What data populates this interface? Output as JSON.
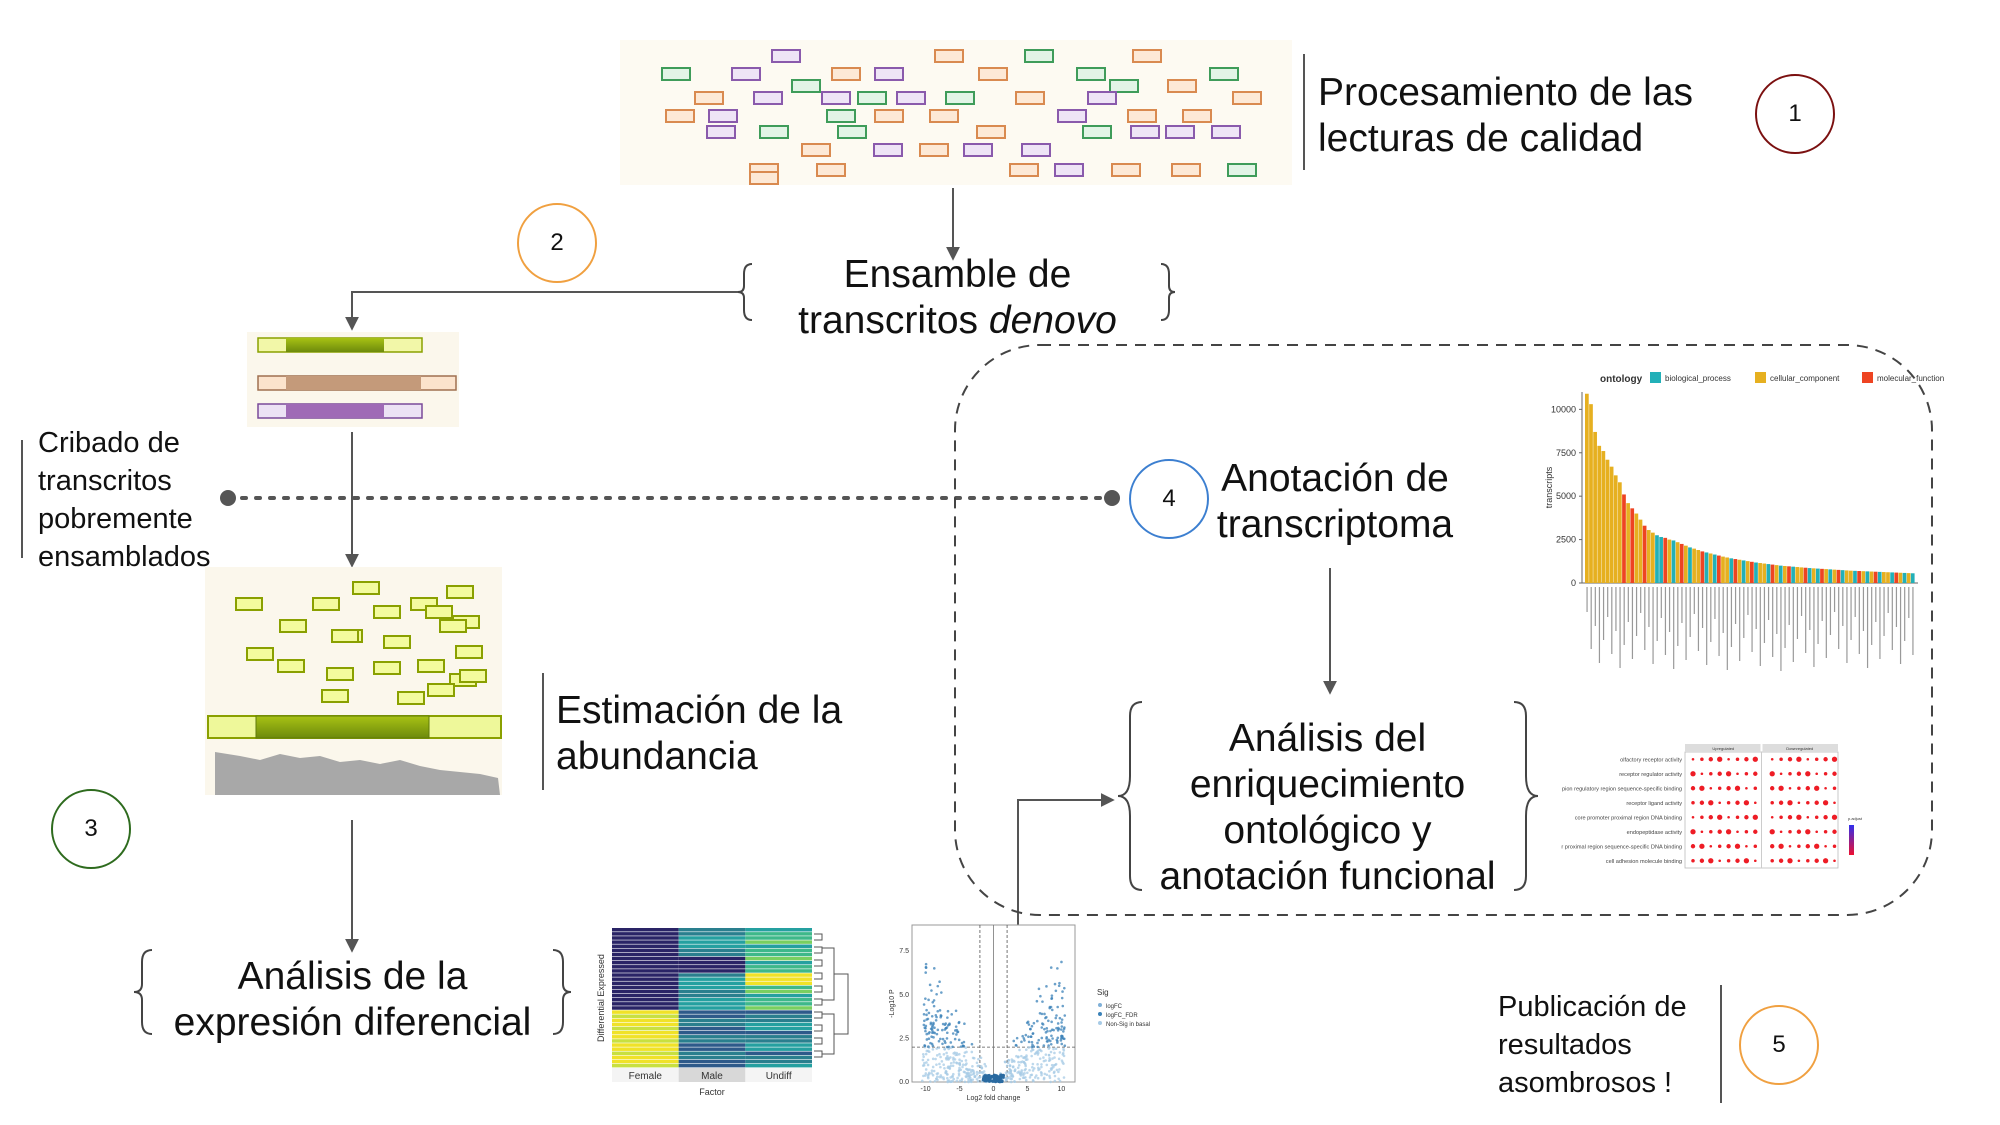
{
  "steps": {
    "s1": {
      "number": "1",
      "line1": "Procesamiento de las",
      "line2": "lecturas de calidad",
      "color": "#7b1010"
    },
    "s2": {
      "number": "2",
      "line1": "Ensamble de",
      "line2_plain": "transcritos ",
      "line2_italic": "denovo",
      "color": "#f0a040"
    },
    "s3": {
      "number": "3",
      "line1": "Estimación de la",
      "line2": "abundancia",
      "color": "#2e6b1e"
    },
    "s4": {
      "number": "4",
      "line1": "Anotación de",
      "line2": "transcriptoma",
      "color": "#3c7fd0"
    },
    "s5": {
      "number": "5",
      "line1": "Publicación de",
      "line2": "resultados",
      "line3": "asombrosos !",
      "color": "#f0a040"
    }
  },
  "screening": {
    "lines": [
      "Cribado de",
      "transcritos",
      "pobremente",
      "ensamblados"
    ]
  },
  "de_analysis": {
    "line1": "Análisis de la",
    "line2": "expresión diferencial"
  },
  "enrichment": {
    "lines": [
      "Análisis del",
      "enriquecimiento",
      "ontológico y",
      "anotación funcional"
    ]
  },
  "heatmap": {
    "ylabel": "Differential Expressed",
    "groups": [
      "Female",
      "Male",
      "Undiff"
    ],
    "xlabel": "Factor"
  },
  "volcano": {
    "xlabel": "Log2 fold change",
    "ylabel": "-Log10 P",
    "legend_title": "Sig",
    "legend_items": [
      "logFC",
      "logFC_FDR",
      "Non-Sig in basal"
    ],
    "xticks": [
      "-10",
      "-5",
      "0",
      "5",
      "10"
    ],
    "yticks": [
      "0.0",
      "2.5",
      "5.0",
      "7.5"
    ]
  },
  "chart_data": {
    "type": "bar",
    "ylabel": "transcripts",
    "legend_title": "ontology",
    "legend": [
      "biological_process",
      "cellular_component",
      "molecular_function"
    ],
    "colors": {
      "biological_process": "#22b0b8",
      "cellular_component": "#e6b020",
      "molecular_function": "#ee4422"
    },
    "yticks": [
      0,
      2500,
      5000,
      7500,
      10000
    ],
    "ylim": [
      0,
      11000
    ],
    "values": [
      10900,
      10300,
      8700,
      7900,
      7600,
      7100,
      6700,
      6200,
      5800,
      5100,
      4600,
      4300,
      4000,
      3650,
      3300,
      3050,
      2900,
      2750,
      2650,
      2600,
      2500,
      2450,
      2350,
      2250,
      2150,
      2050,
      1980,
      1900,
      1820,
      1760,
      1700,
      1640,
      1580,
      1520,
      1470,
      1420,
      1380,
      1340,
      1300,
      1260,
      1220,
      1180,
      1150,
      1120,
      1090,
      1060,
      1030,
      1000,
      980,
      960,
      940,
      920,
      900,
      880,
      860,
      845,
      830,
      815,
      800,
      785,
      770,
      755,
      740,
      725,
      710,
      700,
      690,
      680,
      670,
      660,
      650,
      640,
      630,
      620,
      610,
      600,
      590,
      580,
      570,
      560
    ],
    "series_index": [
      1,
      1,
      1,
      1,
      1,
      1,
      1,
      1,
      1,
      2,
      1,
      2,
      1,
      1,
      2,
      1,
      1,
      0,
      0,
      2,
      1,
      0,
      1,
      2,
      1,
      0,
      1,
      1,
      2,
      0,
      1,
      0,
      2,
      1,
      1,
      0,
      2,
      1,
      0,
      1,
      2,
      0,
      1,
      1,
      0,
      2,
      1,
      0,
      1,
      2,
      0,
      1,
      1,
      2,
      0,
      1,
      0,
      2,
      1,
      0,
      1,
      2,
      0,
      1,
      1,
      0,
      2,
      1,
      0,
      1,
      2,
      0,
      1,
      1,
      0,
      2,
      1,
      0,
      1,
      0
    ]
  },
  "dotplot": {
    "column_headers": [
      "Upregulated",
      "Downregulated"
    ],
    "rows": [
      "olfactory receptor activity",
      "receptor regulator activity",
      "pion regulatory region sequence-specific binding",
      "receptor ligand activity",
      "core promoter proximal region DNA binding",
      "endopeptidase activity",
      "r proximal region sequence-specific DNA binding",
      "cell adhesion molecule binding"
    ],
    "legend_title": "p.adjust"
  }
}
